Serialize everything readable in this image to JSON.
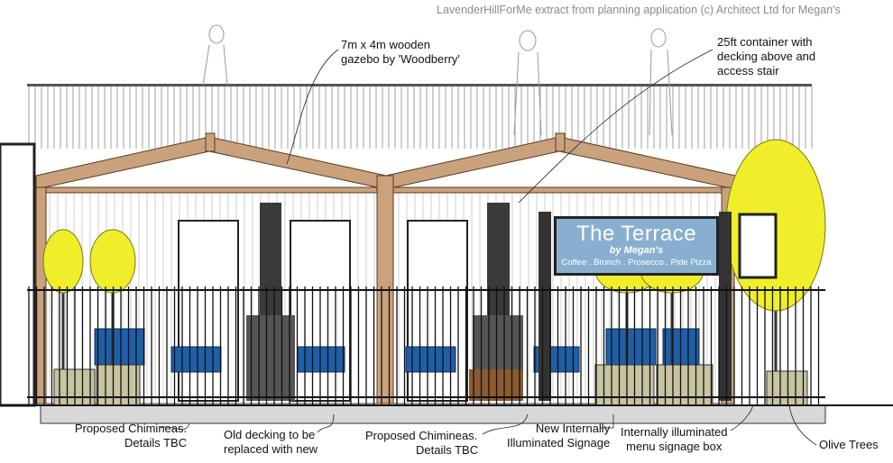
{
  "header": "LavenderHillForMe extract from planning application (c) Architect Ltd for Megan's",
  "sign": {
    "title": "The Terrace",
    "byline": "by Megan's",
    "subtitle": "Coffee . Brunch . Prosecco . Pide Pizza"
  },
  "annotations": {
    "gazebo": [
      "7m x 4m wooden",
      "gazebo by 'Woodberry'"
    ],
    "container": [
      "25ft container with",
      "decking above and",
      "access stair"
    ],
    "chimineas_left": [
      "Proposed Chimineas.",
      "Details TBC"
    ],
    "decking": [
      "Old decking to be",
      "replaced with new"
    ],
    "chimineas_right": [
      "Proposed Chimineas.",
      "Details TBC"
    ],
    "signage": [
      "New Internally",
      "Illuminated Signage"
    ],
    "menu_box": [
      "Internally illuminated",
      "menu signage box"
    ],
    "olive_trees": "Olive Trees"
  },
  "colors": {
    "wood": "#c9a27c",
    "sign": "#89afd0",
    "tree": "#f0ee2a",
    "chair": "#1f5fa8",
    "chimney": "#3a3a3a"
  }
}
